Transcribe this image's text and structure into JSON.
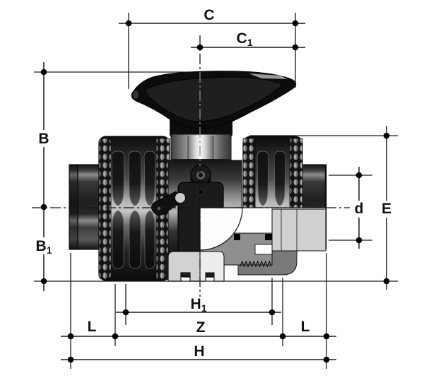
{
  "page": {
    "background": "#ffffff"
  },
  "diagram": {
    "type": "technical-dimension-drawing",
    "subject": "double-union ball valve, half-section side view",
    "line_color": "#1a1a1a",
    "handle_color": "#0c0c0c",
    "section_colors": {
      "light": "#d0d0d0",
      "mid": "#8f8f8f",
      "dark": "#7a7a7a",
      "void": "#ffffff"
    },
    "dims": {
      "C": {
        "base": "C",
        "sub": ""
      },
      "C1": {
        "base": "C",
        "sub": "1"
      },
      "B": {
        "base": "B",
        "sub": ""
      },
      "B1": {
        "base": "B",
        "sub": "1"
      },
      "E": {
        "base": "E",
        "sub": ""
      },
      "d": {
        "base": "d",
        "sub": ""
      },
      "H": {
        "base": "H",
        "sub": ""
      },
      "H1": {
        "base": "H",
        "sub": "1"
      },
      "Z": {
        "base": "Z",
        "sub": ""
      },
      "L_left": {
        "base": "L",
        "sub": ""
      },
      "L_right": {
        "base": "L",
        "sub": ""
      }
    }
  }
}
